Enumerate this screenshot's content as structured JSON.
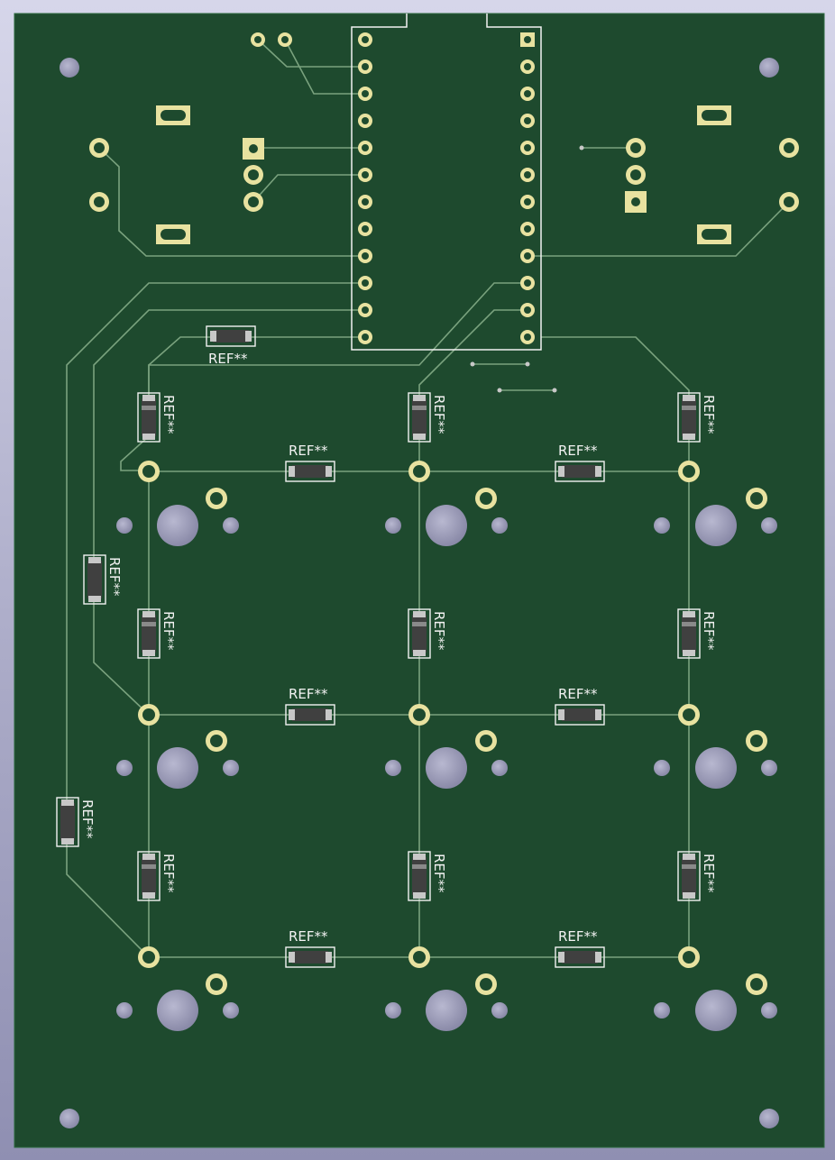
{
  "board": {
    "colors": {
      "substrate": "#1e4a2e",
      "silkscreen": "#f2f2f2",
      "copper_pad": "#e8e2a0",
      "hole": "#a6a6c2",
      "trace": "#7aa27e",
      "smd_body": "#404040",
      "smd_end": "#c8c8c8"
    }
  },
  "refs": {
    "r_top_mid": "REF**",
    "d_c1r1": "REF**",
    "d_c2r1": "REF**",
    "d_c3r1": "REF**",
    "r_row1_a": "REF**",
    "r_row1_b": "REF**",
    "r_left_upper": "REF**",
    "d_c1r2": "REF**",
    "d_c2r2": "REF**",
    "d_c3r2": "REF**",
    "r_row2_a": "REF**",
    "r_row2_b": "REF**",
    "r_left_lower": "REF**",
    "d_c1r3": "REF**",
    "d_c2r3": "REF**",
    "d_c3r3": "REF**",
    "r_row3_a": "REF**",
    "r_row3_b": "REF**"
  }
}
